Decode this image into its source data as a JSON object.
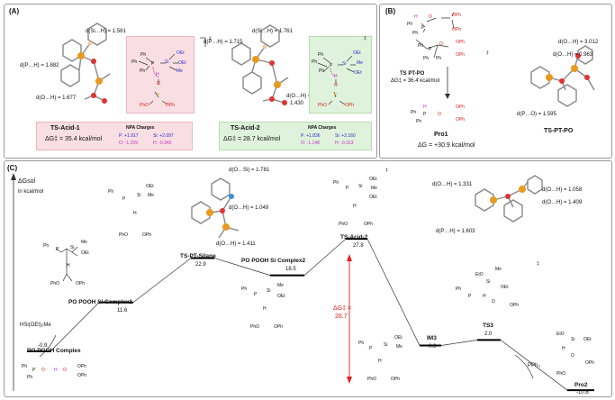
{
  "panel_a": {
    "label": "(A)",
    "ts1": {
      "geo": {
        "d_si_h": "d(Si…H) = 1.581",
        "d_p_h": "d(P…H) = 1.882",
        "d_o_h": "d(O…H) = 1.677"
      },
      "struct": {
        "ph1": "Ph",
        "ph2": "Ph",
        "ph3": "Ph",
        "p": "P",
        "si": "Si",
        "oet1": "OEt",
        "oet2": "OEt",
        "me": "Me",
        "h": "H",
        "o": "O",
        "p2": "P",
        "oph": "OPh",
        "pho": "PhO",
        "dagger": "‡"
      },
      "name": "TS-Acid-1",
      "barrier": "ΔG‡ = 35.4 kcal/mol",
      "npa_title": "NPA Charges",
      "npa": [
        "P: +1.917",
        "Si: +2.097",
        "O: -1.159",
        "H: -0.342"
      ]
    },
    "ts2": {
      "geo": {
        "d_si_h": "d(Si…H) = 1.761",
        "d_p_h": "d(P…H) = 1.715",
        "d_o_h": "d(O…H) =",
        "d_o_h_val": "1.430"
      },
      "struct": {
        "ph1": "Ph",
        "ph2": "Ph",
        "ph3": "Ph",
        "p": "P",
        "si": "Si",
        "oet1": "OEt",
        "oet2": "OEt",
        "me": "Me",
        "h": "H",
        "o": "O",
        "p2": "P",
        "oph": "OPh",
        "pho": "PhO",
        "dagger": "‡"
      },
      "name": "TS-Acid-2",
      "barrier": "ΔG‡ = 28.7 kcal/mol",
      "npa_title": "NPA Charges",
      "npa": [
        "P: +1.836",
        "Si: +2.160",
        "O: -1.148",
        "H: -0.313"
      ]
    }
  },
  "panel_b": {
    "label": "(B)",
    "ts_label": "TS PT-PO",
    "barrier": "ΔG‡ = 36.4 kcal/mol",
    "geo": {
      "d_o_h1": "d(O…H) = 3.012",
      "d_o_h2": "d(O…H) = 0.963",
      "d_p_o": "d(P…O) = 1.595"
    },
    "struct": {
      "ph": "Ph",
      "p": "P",
      "h": "H",
      "o": "O",
      "oph": "OPh",
      "dagger": "‡"
    },
    "pro1": "Pro1",
    "pro1_dg": "ΔG = +30.9 kcal/mol",
    "ts_name": "TS-PT-PO"
  },
  "panel_c": {
    "label": "(C)",
    "yaxis_title": "ΔGsol",
    "yaxis_unit": "in kcal/mol",
    "hsi": "HSi(OEt)₂Me",
    "pph3": "PPh₃",
    "geo": {
      "d_o_si": "d(O…Si) = 1.781",
      "d_o_h_a": "d(O…H) = 1.049",
      "d_o_h_b": "d(O…H) = 1.411",
      "d_o_h_c": "d(O…H) = 1.331",
      "d_o_h_d": "d(O…H) = 1.058",
      "d_o_h_e": "d(O…H) = 1.409",
      "d_p_h": "d(P…H) = 1.603"
    },
    "delta_label": "ΔG‡ =",
    "delta_value": "28.7",
    "struct": {
      "ph": "Ph",
      "p": "P",
      "si": "Si",
      "me": "Me",
      "oet": "OEt",
      "eto": "EtO",
      "h": "H",
      "o": "O",
      "oph": "OPh",
      "pho": "PhO",
      "dagger": "‡"
    },
    "levels": [
      {
        "name": "PO POOH Complex",
        "value": "-0.9"
      },
      {
        "name": "PO POOH Si Complex1",
        "value": "11.6"
      },
      {
        "name": "TS-PT-Silane",
        "value": "22.9"
      },
      {
        "name": "PO POOH Si Complex2",
        "value": "18.5"
      },
      {
        "name": "TS-Acid-2",
        "value": "27.8"
      },
      {
        "name": "IM3",
        "value": "0.6"
      },
      {
        "name": "TS3",
        "value": "2.0"
      },
      {
        "name": "Pro2",
        "value": "-10.8"
      }
    ]
  },
  "colors": {
    "pink": "#f9dfe3",
    "green": "#dff3dc",
    "red": "#e0201b",
    "blue": "#2a2acc",
    "magenta": "#c030c0",
    "orange": "#e89a20"
  }
}
